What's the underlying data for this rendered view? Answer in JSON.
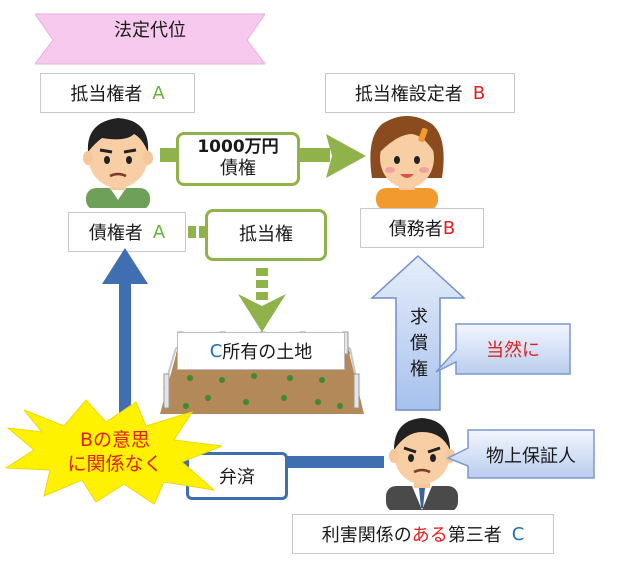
{
  "ribbon": {
    "label": "法定代位"
  },
  "mortgagee": {
    "label": "抵当権者",
    "suffix": "A"
  },
  "mortgagor": {
    "label": "抵当権設定者",
    "suffix": "B"
  },
  "debt": {
    "amount": "1000万円",
    "kind": "債権"
  },
  "creditor": {
    "label": "債権者",
    "suffix": "A"
  },
  "debtor": {
    "label": "債務者",
    "suffix": "B"
  },
  "mortgage": {
    "label": "抵当権"
  },
  "land": {
    "prefix": "C",
    "label": "所有の土地"
  },
  "claim": {
    "label": "求償権"
  },
  "naturally": {
    "label": "当然に"
  },
  "guarantor": {
    "label": "物上保証人"
  },
  "burst": {
    "line1": "Bの意思",
    "line2": "に関係なく"
  },
  "payment": {
    "label": "弁済"
  },
  "third_party": {
    "pre": "利害関係の",
    "mid": "ある",
    "post": "第三者",
    "suffix": "C"
  },
  "colors": {
    "green": "#8fb24a",
    "blue": "#3f6fb0",
    "red": "#e0201e",
    "ribbon": "#f7c9ef",
    "burst": "#fff200"
  }
}
